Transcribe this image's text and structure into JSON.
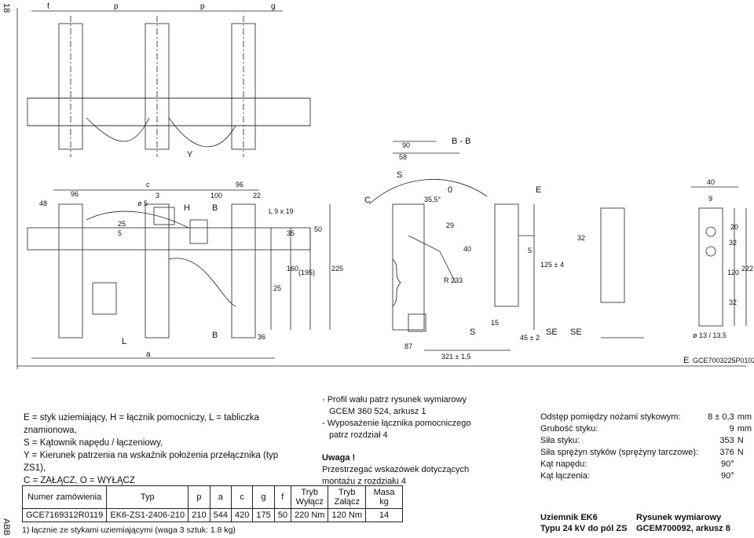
{
  "page_number": "18",
  "brand": "ABB",
  "drawing": {
    "top_labels": [
      "f",
      "p",
      "p",
      "g"
    ],
    "view_y": "Y",
    "left_dims": {
      "c": "c",
      "d96": "96",
      "d48": "48",
      "phi5": "ø 5",
      "d3": "3",
      "H": "H",
      "d100": "100",
      "B": "B",
      "d96b": "96",
      "d22": "22",
      "L9x19": "L 9 x 19",
      "d25": "25",
      "d5": "5",
      "d35": "35",
      "d50": "50",
      "d160": "160",
      "d195": "(195)",
      "d225": "225",
      "d25b": "25",
      "L": "L",
      "B2": "B",
      "d36": "36",
      "a": "a"
    },
    "section_dims": {
      "d90": "90",
      "d58": "58",
      "BB": "B - B",
      "S": "S",
      "C": "C",
      "angle": "35,5°",
      "zero": "0",
      "E": "E",
      "d29": "29",
      "d40": "40",
      "R233": "R 233",
      "d87": "87",
      "S2": "S",
      "d15": "15",
      "d45": "45 ± 2",
      "SE1": "SE",
      "SE2": "SE",
      "d321": "321 ± 1,5",
      "d5b": "5",
      "d125": "125 ± 4",
      "d32": "32"
    },
    "right_dims": {
      "d40": "40",
      "d9": "9",
      "d20": "20",
      "d32a": "32",
      "d120": "120",
      "d222": "222",
      "d32b": "32",
      "hole": "ø 13 / 13,5"
    },
    "drawing_code": "GCE7003225P0102",
    "drawing_code_letter": "E"
  },
  "legend": [
    "E = styk uziemiający, H = łącznik pomocniczy, L = tabliczka znamionowa,",
    "S = Kątownik napędu / łączeniowy,",
    "Y = Kierunek patrzenia na wskaźnik położenia przełącznika (typ ZS1),",
    "C = ZAŁĄCZ, O = WYŁĄCZ"
  ],
  "notes": {
    "line1": "- Profil wału patrz rysunek wymiarowy",
    "line2": "GCEM 360 524, arkusz 1",
    "line3": "- Wyposażenie łącznika pomocniczego",
    "line4": "patrz rozdział 4",
    "warning_title": "Uwaga !",
    "warning1": "Przestrzegać wskazówek dotyczących",
    "warning2": "montażu z rozdziału 4"
  },
  "specs": [
    {
      "label": "Odstęp pomiędzy nożami stykowym:",
      "value": "8 ± 0,3",
      "unit": "mm"
    },
    {
      "label": "Grubość styku:",
      "value": "9",
      "unit": "mm"
    },
    {
      "label": "Siła styku:",
      "value": "353",
      "unit": "N"
    },
    {
      "label": "Siła sprężyn styków (sprężyny tarczowe):",
      "value": "376",
      "unit": "N"
    },
    {
      "label": "Kąt napędu:",
      "value": "90°",
      "unit": ""
    },
    {
      "label": "Kąt łączenia:",
      "value": "90°",
      "unit": ""
    }
  ],
  "order_table": {
    "headers": [
      "Numer zamówienia",
      "Typ",
      "p",
      "a",
      "c",
      "g",
      "f",
      "Tryb Wyłącz",
      "Tryb Załącz",
      "Masa kg"
    ],
    "rows": [
      [
        "GCE7169312R0119",
        "EK6-ZS1-2406-210",
        "210",
        "544",
        "420",
        "175",
        "50",
        "220 Nm",
        "120 Nm",
        "14"
      ]
    ],
    "footnote": "1) łącznie ze stykami uziemiającymi (waga 3 sztuk: 1.8 kg)"
  },
  "footer": {
    "title1": "Uziemnik EK6",
    "title2": "Typu 24 kV do pól ZS",
    "ref1": "Rysunek wymiarowy",
    "ref2": "GCEM700092, arkusz 8"
  }
}
